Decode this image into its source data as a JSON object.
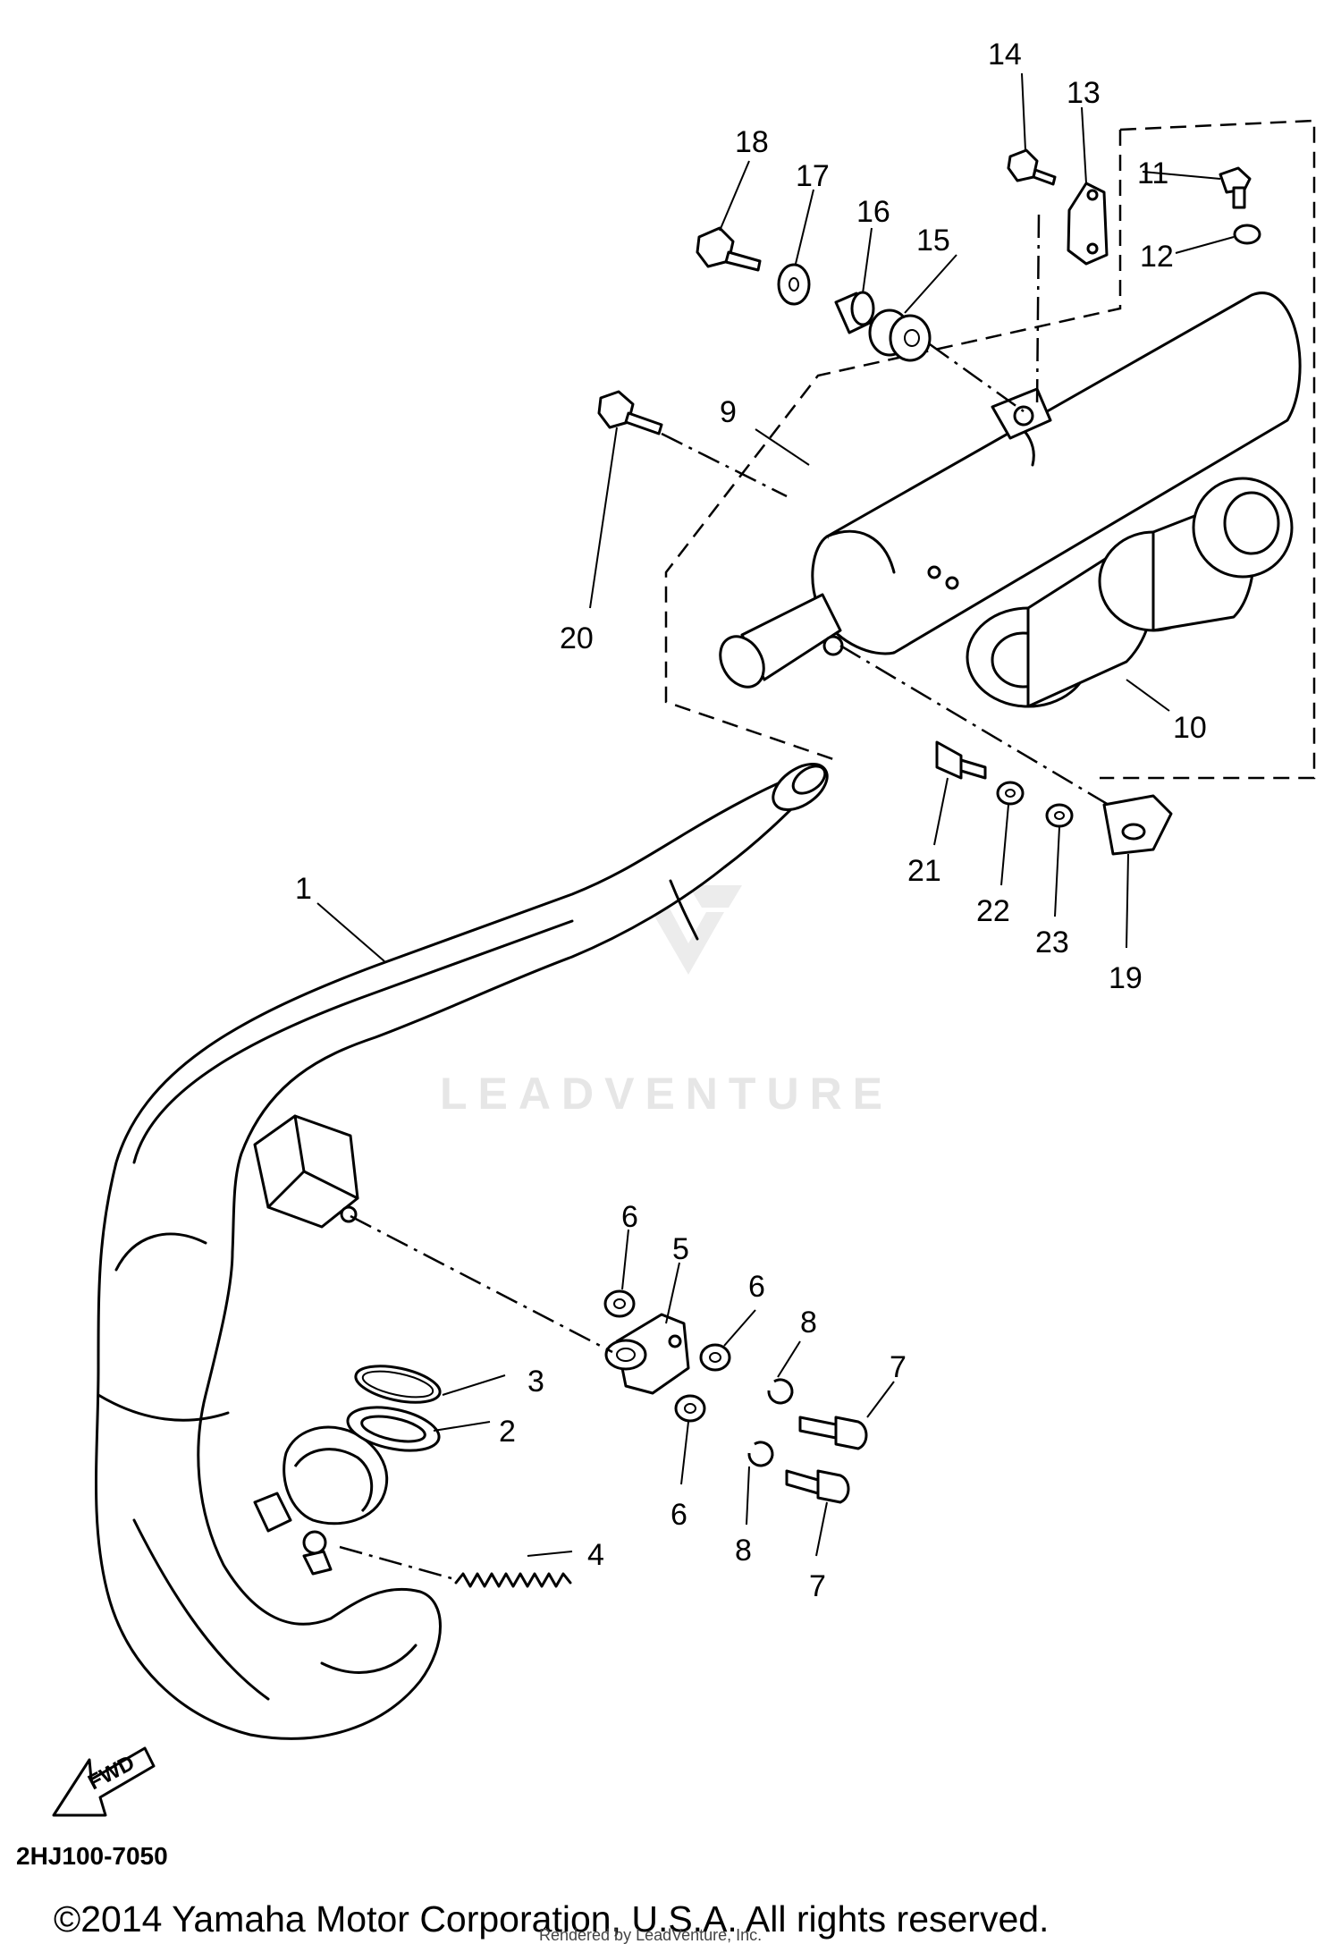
{
  "diagram": {
    "callouts": [
      {
        "id": "c1",
        "label": "1"
      },
      {
        "id": "c2",
        "label": "2"
      },
      {
        "id": "c3",
        "label": "3"
      },
      {
        "id": "c4",
        "label": "4"
      },
      {
        "id": "c5",
        "label": "5"
      },
      {
        "id": "c6a",
        "label": "6"
      },
      {
        "id": "c6b",
        "label": "6"
      },
      {
        "id": "c6c",
        "label": "6"
      },
      {
        "id": "c7a",
        "label": "7"
      },
      {
        "id": "c7b",
        "label": "7"
      },
      {
        "id": "c8a",
        "label": "8"
      },
      {
        "id": "c8b",
        "label": "8"
      },
      {
        "id": "c9",
        "label": "9"
      },
      {
        "id": "c10",
        "label": "10"
      },
      {
        "id": "c11",
        "label": "11"
      },
      {
        "id": "c12",
        "label": "12"
      },
      {
        "id": "c13",
        "label": "13"
      },
      {
        "id": "c14",
        "label": "14"
      },
      {
        "id": "c15",
        "label": "15"
      },
      {
        "id": "c16",
        "label": "16"
      },
      {
        "id": "c17",
        "label": "17"
      },
      {
        "id": "c18",
        "label": "18"
      },
      {
        "id": "c19",
        "label": "19"
      },
      {
        "id": "c20",
        "label": "20"
      },
      {
        "id": "c21",
        "label": "21"
      },
      {
        "id": "c22",
        "label": "22"
      },
      {
        "id": "c23",
        "label": "23"
      }
    ],
    "fwd_label": "FWD",
    "diagram_code": "2HJ100-7050",
    "watermark_text": "LEADVENTURE",
    "copyright": "©2014 Yamaha Motor Corporation, U.S.A. All rights reserved.",
    "rendered_by": "Rendered by LeadVenture, Inc."
  }
}
